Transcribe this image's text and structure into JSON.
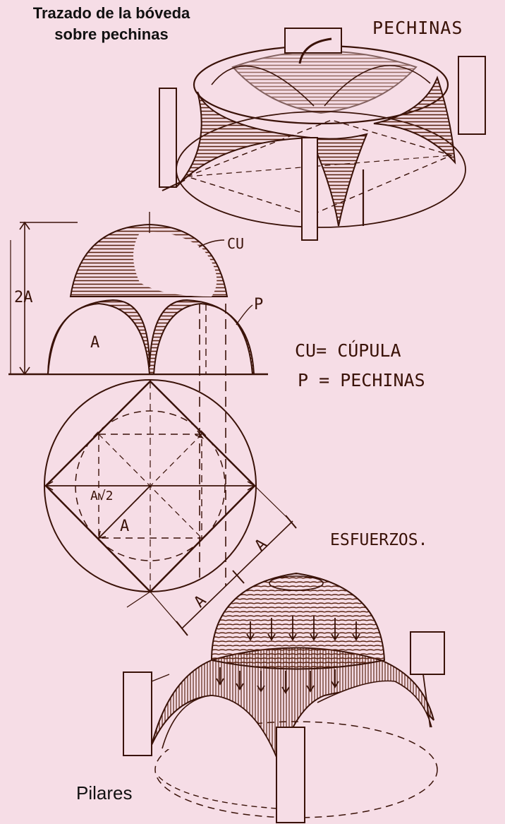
{
  "title": {
    "line1": "Trazado de la bóveda",
    "line2": "sobre pechinas"
  },
  "labels": {
    "pechinas_top": "PECHINAS",
    "cu": "CU",
    "p": "P",
    "two_a": "2A",
    "a_arch": "A",
    "a_sqrt2": "A√2",
    "a_diag": "A",
    "a_dim1": "A",
    "a_dim2": "A",
    "esfuerzos": "ESFUERZOS.",
    "pilares": "Pilares"
  },
  "legend": {
    "cu_line": "CU= CÚPULA",
    "p_line": "P = PECHINAS"
  },
  "colors": {
    "paper": "#f6dde6",
    "ink": "#3a1208",
    "hatch": "#5a2412"
  }
}
